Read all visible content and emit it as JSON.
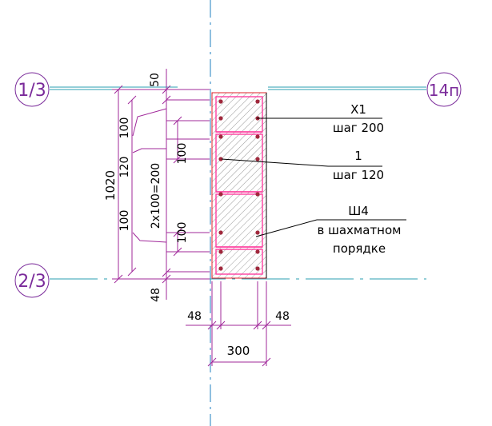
{
  "axes": {
    "row_1_3": "1/3",
    "row_2_3": "2/3",
    "col_14p": "14п"
  },
  "dims": {
    "top_50": "50",
    "total_1020": "1020",
    "left_100_top": "100",
    "left_120": "120",
    "left_100_bottom": "100",
    "step_2x100_200": "2x100=200",
    "inner_100_a": "100",
    "inner_100_b": "100",
    "bottom_48": "48",
    "cover_left_48": "48",
    "cover_right_48": "48",
    "width_300": "300"
  },
  "callouts": {
    "x1": {
      "mark": "X1",
      "note": "шаг 200"
    },
    "bar1": {
      "mark": "1",
      "note": "шаг 120"
    },
    "sh4": {
      "mark": "Ш4",
      "note_line1": "в шахматном",
      "note_line2": "порядке"
    }
  },
  "colors": {
    "axis_line": "#2a9fb0",
    "center_line": "#1f7fc0",
    "dimension": "#a0289a",
    "column_outline": "#e0202a",
    "stirrup": "#ff3fa0",
    "rebar": "#a0283c"
  }
}
